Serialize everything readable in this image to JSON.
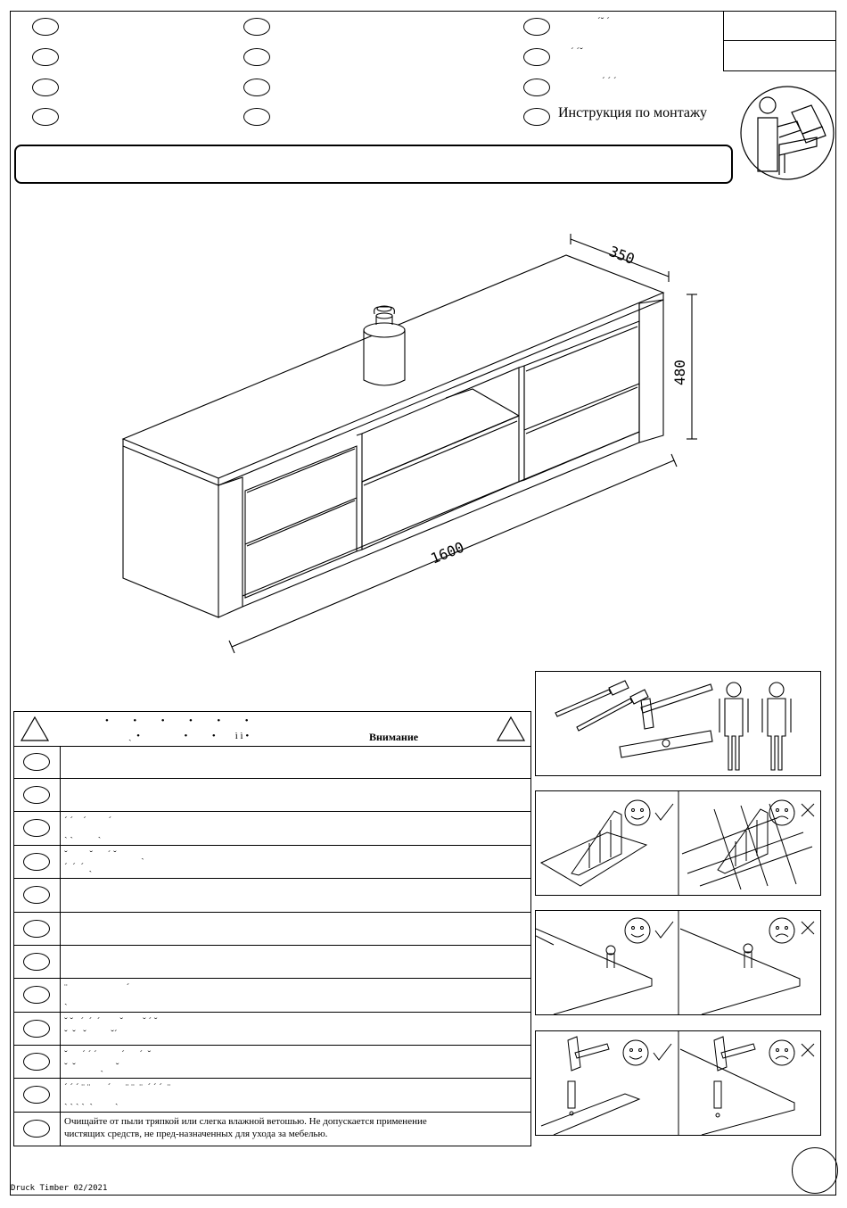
{
  "header": {
    "instruction_title": "Инструкция по монтажу",
    "lang_marks": [
      "ˊˇ ˊ",
      "ˊ ˊˇ",
      "ˊ ˊ ˊ"
    ]
  },
  "dimensions": {
    "depth": "350",
    "height": "480",
    "width": "1600"
  },
  "warnings": {
    "header_dots": "•          •          •          •          •          •",
    "header_dots2": "ˏ  •                  •          •        ì ì •",
    "header_label": "Внимание",
    "rows": [
      {
        "text1": "",
        "text2": ""
      },
      {
        "text1": "",
        "text2": ""
      },
      {
        "text1": "ˊ ˊ    ˊ         ˊ",
        "text2": "ˏ ˏ          ˏ"
      },
      {
        "text1": "ˇ         ˇ      ˊ ˇ          ˏ",
        "text2": "ˊ  ˊ  ˊ  ˏ"
      },
      {
        "text1": "",
        "text2": ""
      },
      {
        "text1": "",
        "text2": ""
      },
      {
        "text1": "",
        "text2": ""
      },
      {
        "text1": "¨                        ˊ",
        "text2": "ˏ"
      },
      {
        "text1": "ˇ ˇ   ˊ  ˊ  ˊ        ˇ        ˇ ˊ ˇ",
        "text2": "ˇ  ˇ   ˇ          ˇˊ"
      },
      {
        "text1": "ˇ      ˊ ˊ ˊ          ˊ      ˊ  ˇ",
        "text2": "ˇ  ˇ          ˏ     ˇ"
      },
      {
        "text1": "ˊ ˊ ˊ ¨ ¨       ˊ      ¨ ¨  ¨  ˊ ˊ ˊ  ¨",
        "text2": "ˏ ˏ ˏ ˏ  ˏ         ˏ"
      },
      {
        "text1": "Очищайте от пыли тряпкой или слегка влажной ветошью. Не допускается применение",
        "text2": "чистящих средств, не пред-назначенных для ухода за мебелью."
      }
    ]
  },
  "footer": {
    "print_info": "Druck Timber 02/2021"
  }
}
